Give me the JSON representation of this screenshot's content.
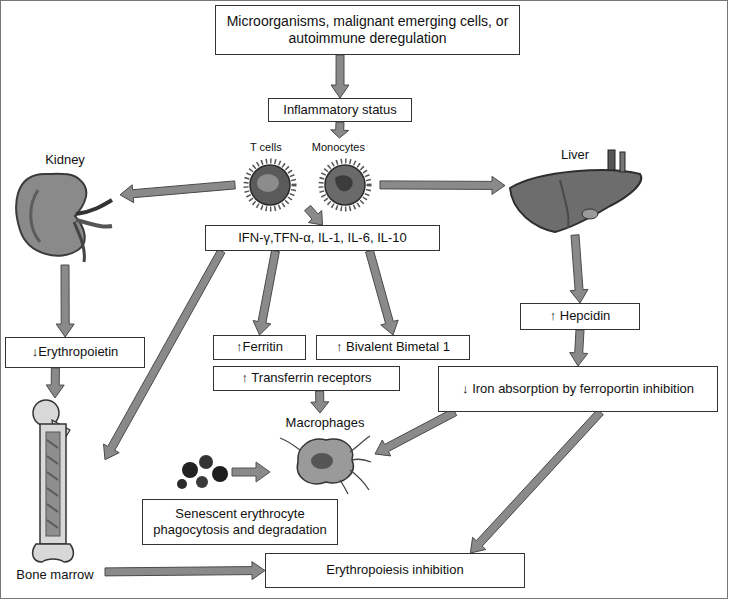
{
  "diagram": {
    "nodes": [
      {
        "text": [
          "Microorganisms, malignant emerging cells, or autoimmune deregulation"
        ]
      },
      {
        "text": [
          "Inflammatory status"
        ]
      },
      {
        "text": [
          "T cells",
          "Monocytes"
        ]
      },
      {
        "text": [
          "Kidney"
        ]
      },
      {
        "text": [
          "Liver"
        ]
      },
      {
        "text": [
          "IFN-γ,TFN-α, IL-1, IL-6, IL-10"
        ]
      },
      {
        "text": [
          "↑ Hepcidin"
        ]
      },
      {
        "text": [
          "↓Erythropoietin"
        ]
      },
      {
        "text": [
          "↑Ferritin"
        ]
      },
      {
        "text": [
          "↑ Bivalent Bimetal 1"
        ]
      },
      {
        "text": [
          "↑ Transferrin receptors"
        ]
      },
      {
        "text": [
          "↓ Iron absorption by ferroportin inhibition"
        ]
      },
      {
        "text": [
          "Macrophages"
        ]
      },
      {
        "text": [
          "Senescent erythrocyte phagocytosis and degradation"
        ]
      },
      {
        "text": [
          "Bone marrow"
        ]
      },
      {
        "text": [
          "Erythropoiesis inhibition"
        ]
      }
    ],
    "edges": [
      {
        "from": 0,
        "to": 1,
        "arrow": "to"
      },
      {
        "from": 1,
        "to": 2,
        "arrow": "to"
      },
      {
        "from": 2,
        "to": 3,
        "arrow": "to"
      },
      {
        "from": 2,
        "to": 4,
        "arrow": "to"
      },
      {
        "from": 2,
        "to": 5,
        "arrow": "to"
      },
      {
        "from": 5,
        "to": 8,
        "arrow": "to"
      },
      {
        "from": 5,
        "to": 9,
        "arrow": "to"
      },
      {
        "from": 5,
        "to": 14,
        "arrow": "to"
      },
      {
        "from": 3,
        "to": 7,
        "arrow": "to"
      },
      {
        "from": 7,
        "to": 14,
        "arrow": "to"
      },
      {
        "from": 10,
        "to": 12,
        "arrow": "to"
      },
      {
        "from": 4,
        "to": 6,
        "arrow": "to"
      },
      {
        "from": 6,
        "to": 11,
        "arrow": "to"
      },
      {
        "from": 11,
        "to": 12,
        "arrow": "to"
      },
      {
        "from": 11,
        "to": 15,
        "arrow": "to"
      },
      {
        "from": 14,
        "to": 15,
        "arrow": "to"
      }
    ]
  }
}
